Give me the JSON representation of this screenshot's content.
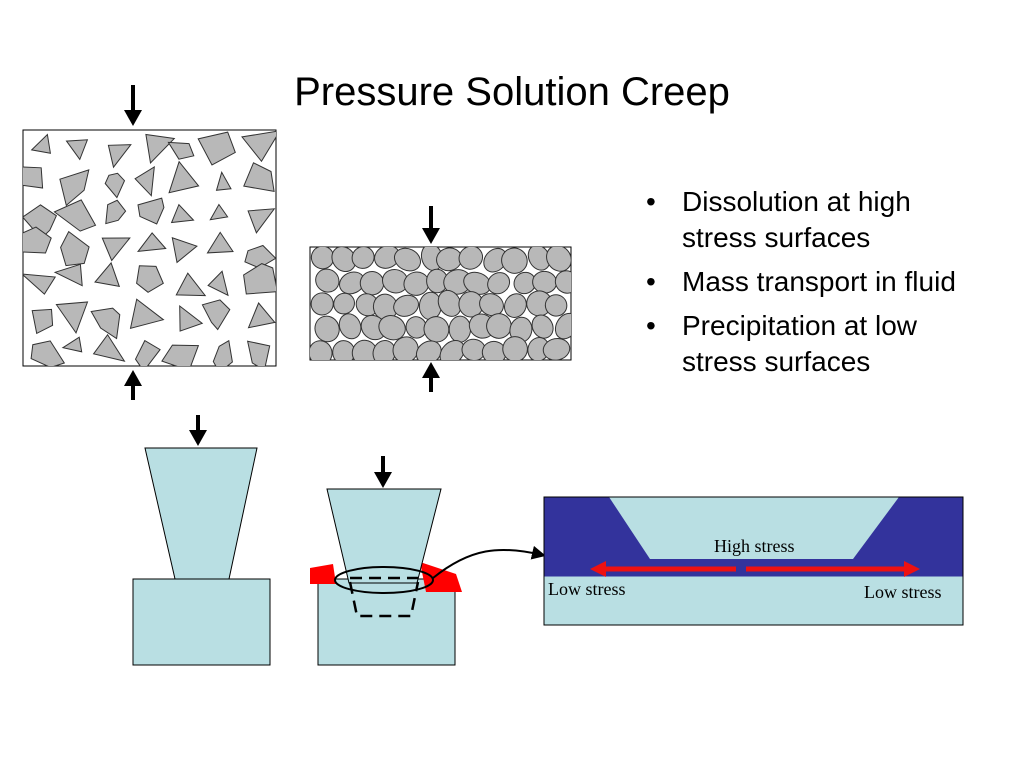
{
  "title": "Pressure Solution Creep",
  "bullets": [
    "Dissolution at high stress surfaces",
    "Mass transport in fluid",
    "Precipitation at low stress surfaces"
  ],
  "bullet_symbol": "•",
  "detail_labels": {
    "high": "High stress",
    "low_left": "Low stress",
    "low_right": "Low stress"
  },
  "colors": {
    "grain": "#b8b8b8",
    "crystal": "#b9dfe3",
    "matrix": "#33339c",
    "stress_zone": "#ff0000",
    "arrow_red": "#ee1111"
  }
}
